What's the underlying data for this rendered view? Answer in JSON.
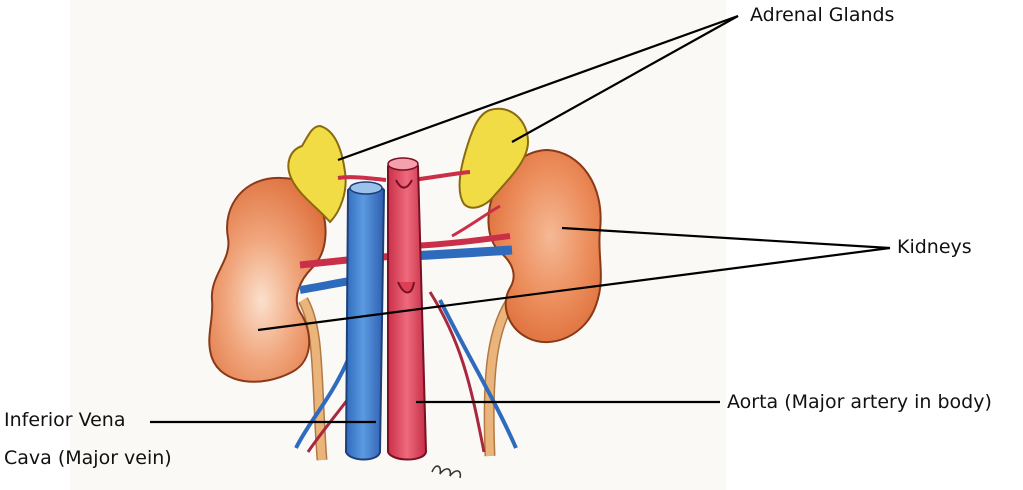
{
  "labels": {
    "adrenal_glands": "Adrenal Glands",
    "kidneys": "Kidneys",
    "aorta": "Aorta (Major artery in body)",
    "ivc_line1": "Inferior Vena",
    "ivc_line2": "Cava (Major vein)"
  },
  "colors": {
    "paper": "#fbf9f6",
    "kidney": "#e8834f",
    "kidney_highlight": "#f7d2b8",
    "adrenal": "#f2dc45",
    "artery": "#de3f55",
    "vein": "#3d7fd0",
    "ureter": "#eab47a",
    "leader_line": "#000000"
  }
}
